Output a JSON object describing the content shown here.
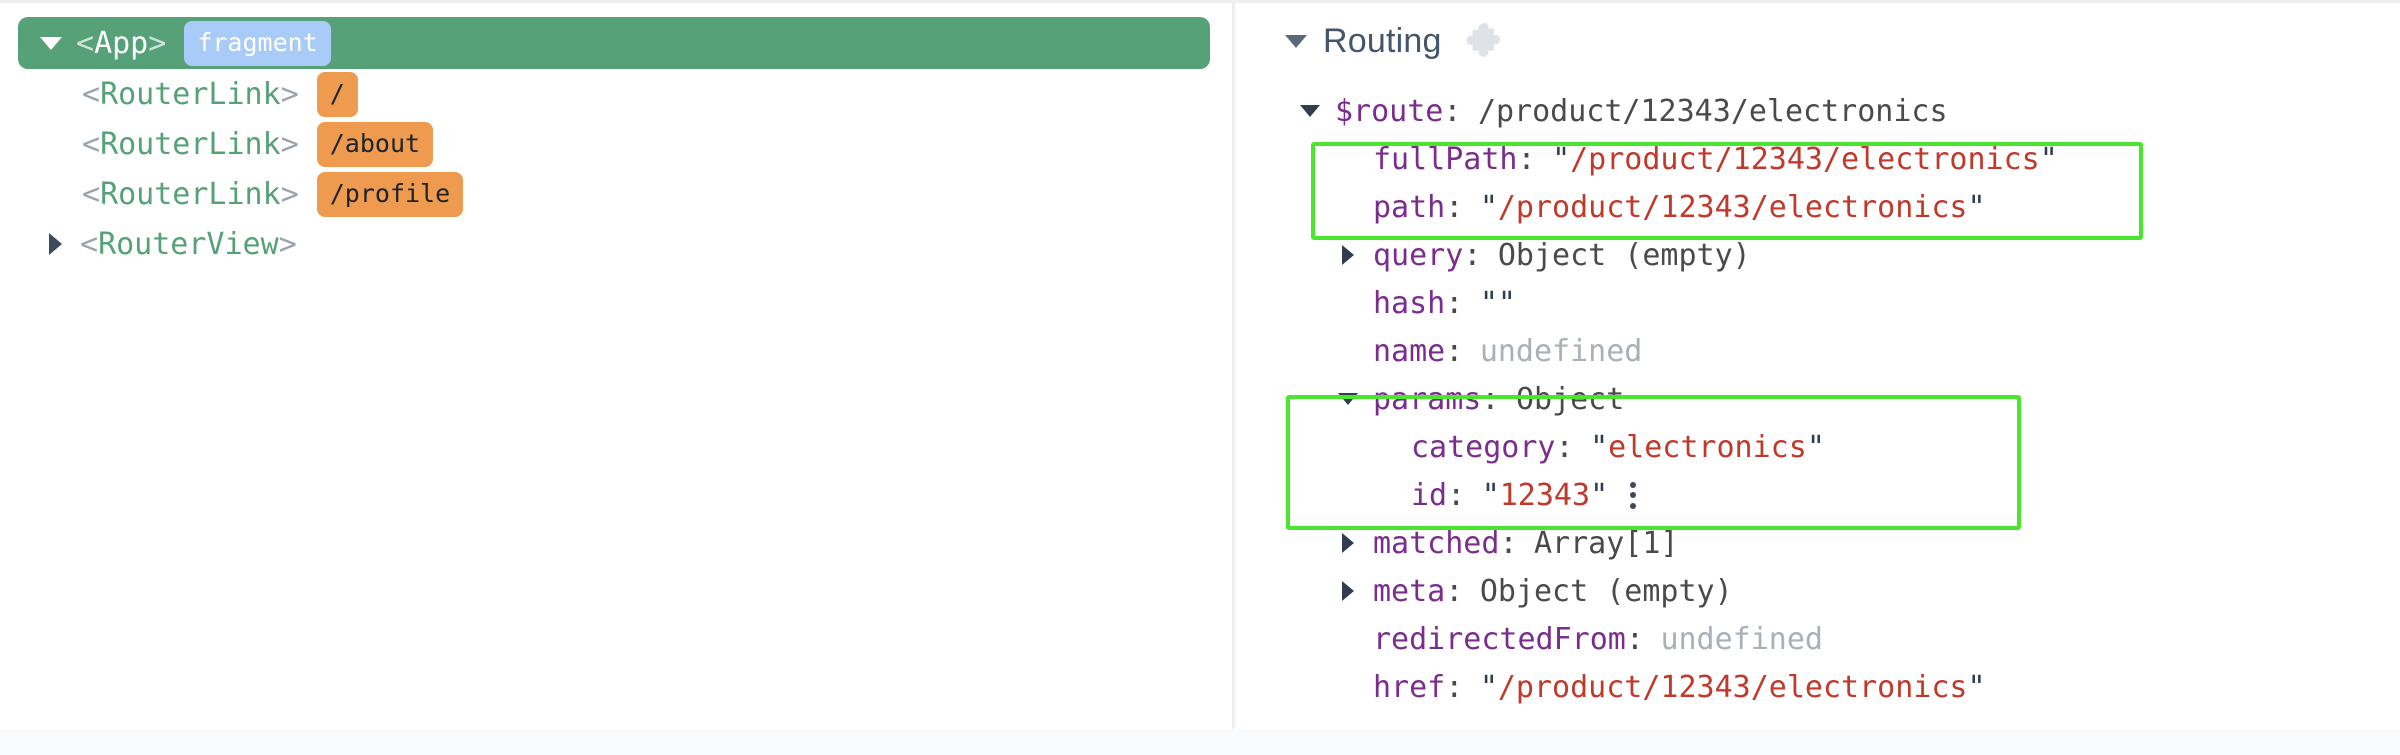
{
  "panels": {
    "tree": {
      "name": "component-tree",
      "rows": [
        {
          "id": "app",
          "caret": "caret-down-icon",
          "open_bracket": "<",
          "tag": "App",
          "close_bracket": ">",
          "badge": "fragment",
          "badge_kind": "fragment",
          "selected": true,
          "depth": 0
        },
        {
          "id": "routerlink-root",
          "caret": "none",
          "open_bracket": "<",
          "tag": "RouterLink",
          "close_bracket": ">",
          "badge": "/",
          "badge_kind": "route",
          "selected": false,
          "depth": 1
        },
        {
          "id": "routerlink-about",
          "caret": "none",
          "open_bracket": "<",
          "tag": "RouterLink",
          "close_bracket": ">",
          "badge": "/about",
          "badge_kind": "route",
          "selected": false,
          "depth": 1
        },
        {
          "id": "routerlink-profile",
          "caret": "none",
          "open_bracket": "<",
          "tag": "RouterLink",
          "close_bracket": ">",
          "badge": "/profile",
          "badge_kind": "route",
          "selected": false,
          "depth": 1
        },
        {
          "id": "routerview",
          "caret": "caret-right-icon",
          "open_bracket": "<",
          "tag": "RouterView",
          "close_bracket": ">",
          "badge": "",
          "badge_kind": "",
          "selected": false,
          "depth": 1
        }
      ]
    },
    "inspector": {
      "name": "routing-inspector",
      "header": {
        "caret": "caret-down-icon",
        "title": "Routing",
        "icon": "puzzle-piece-icon"
      },
      "route": {
        "caret": "caret-down-icon",
        "key": "$route",
        "colon": ":",
        "value": "/product/12343/electronics"
      },
      "rows": [
        {
          "id": "fullPath",
          "caret": "none",
          "key": "fullPath",
          "colon": ":",
          "value_type": "string",
          "value": "/product/12343/electronics",
          "highlighted": true
        },
        {
          "id": "path",
          "caret": "none",
          "key": "path",
          "colon": ":",
          "value_type": "string",
          "value": "/product/12343/electronics",
          "highlighted": true
        },
        {
          "id": "query",
          "caret": "caret-right-icon",
          "key": "query",
          "colon": ":",
          "value_type": "plain",
          "value": "Object (empty)",
          "highlighted": false
        },
        {
          "id": "hash",
          "caret": "none",
          "key": "hash",
          "colon": ":",
          "value_type": "string",
          "value": "",
          "highlighted": false
        },
        {
          "id": "name",
          "caret": "none",
          "key": "name",
          "colon": ":",
          "value_type": "undefined",
          "value": "undefined",
          "highlighted": false
        },
        {
          "id": "params",
          "caret": "caret-down-icon",
          "key": "params",
          "colon": ":",
          "value_type": "plain",
          "value": "Object",
          "highlighted": true
        },
        {
          "id": "params-category",
          "caret": "none",
          "key": "category",
          "colon": ":",
          "value_type": "string",
          "value": "electronics",
          "highlighted": true,
          "nested": true
        },
        {
          "id": "params-id",
          "caret": "none",
          "key": "id",
          "colon": ":",
          "value_type": "string",
          "value": "12343",
          "highlighted": true,
          "nested": true,
          "menu_icon": "more-vertical-icon"
        },
        {
          "id": "matched",
          "caret": "caret-right-icon",
          "key": "matched",
          "colon": ":",
          "value_type": "plain",
          "value": "Array[1]",
          "highlighted": false
        },
        {
          "id": "meta",
          "caret": "caret-right-icon",
          "key": "meta",
          "colon": ":",
          "value_type": "plain",
          "value": "Object (empty)",
          "highlighted": false
        },
        {
          "id": "redirectedFrom",
          "caret": "none",
          "key": "redirectedFrom",
          "colon": ":",
          "value_type": "undefined",
          "value": "undefined",
          "highlighted": false
        },
        {
          "id": "href",
          "caret": "none",
          "key": "href",
          "colon": ":",
          "value_type": "string",
          "value": "/product/12343/electronics",
          "highlighted": false
        }
      ]
    }
  },
  "colors": {
    "selected_row": "#56a178",
    "tag_name": "#56a178",
    "tag_bracket": "#9aa3ab",
    "badge_fragment": "#a8cbf7",
    "badge_route": "#ee9a4f",
    "key": "#7b2d8e",
    "string_value": "#c0392b",
    "undefined_value": "#a9b0b7",
    "highlight_border": "#4ae62e",
    "section_title": "#44566c"
  }
}
